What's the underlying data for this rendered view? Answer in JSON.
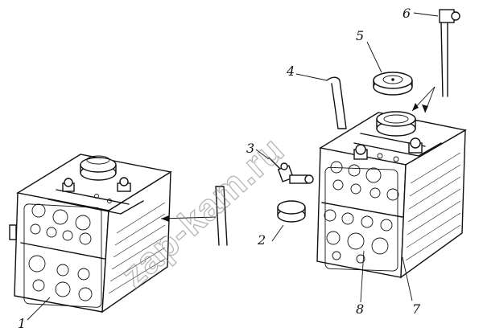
{
  "watermark": "zap-kam.ru",
  "labels": {
    "l1": "1",
    "l2": "2",
    "l3": "3",
    "l4": "4",
    "l5": "5",
    "l6": "6",
    "l7": "7",
    "l8": "8"
  }
}
